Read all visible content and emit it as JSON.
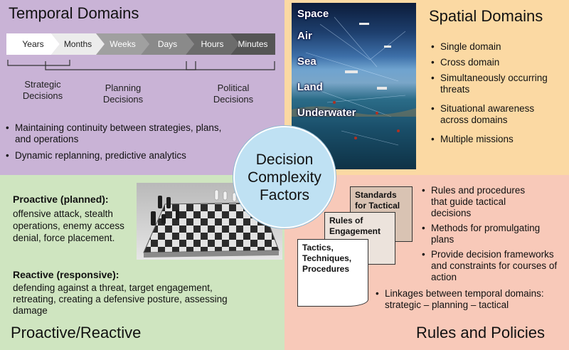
{
  "center": {
    "lines": [
      "Decision",
      "Complexity",
      "Factors"
    ]
  },
  "temporal": {
    "title": "Temporal Domains",
    "timeline": [
      "Years",
      "Months",
      "Weeks",
      "Days",
      "Hours",
      "Minutes"
    ],
    "labels": {
      "strategic": [
        "Strategic",
        "Decisions"
      ],
      "planning": [
        "Planning",
        "Decisions"
      ],
      "political": [
        "Political",
        "Decisions"
      ]
    },
    "bullets": [
      "Maintaining continuity between strategies, plans, and operations",
      "Dynamic replanning, predictive analytics"
    ]
  },
  "spatial": {
    "title": "Spatial Domains",
    "image_labels": [
      "Space",
      "Air",
      "Sea",
      "Land",
      "Underwater"
    ],
    "bullets": [
      "Single domain",
      "Cross domain",
      "Simultaneously occurring threats",
      "Situational awareness across domains",
      "Multiple missions"
    ]
  },
  "proactive": {
    "title": "Proactive/Reactive",
    "proactive_heading": "Proactive (planned):",
    "proactive_text": "offensive attack, stealth operations, enemy access denial, force placement.",
    "reactive_heading": "Reactive (responsive):",
    "reactive_text": "defending against a threat, target engagement, retreating, creating a defensive posture, assessing damage"
  },
  "rules": {
    "title": "Rules and Policies",
    "docs": [
      "Standards for Tactical Ops",
      "Rules of Engagement",
      "Tactics, Techniques, Procedures"
    ],
    "bullets": [
      "Rules and procedures that guide tactical decisions",
      "Methods for promulgating plans",
      "Provide decision frameworks and constraints for courses of action"
    ],
    "linkage": "Linkages between temporal domains: strategic – planning – tactical"
  },
  "colors": {
    "temporal": "#c9b3d6",
    "spatial": "#fbd9a3",
    "proactive": "#cfe5c0",
    "rules": "#f8c9b9",
    "center": "#bfe1f3"
  }
}
